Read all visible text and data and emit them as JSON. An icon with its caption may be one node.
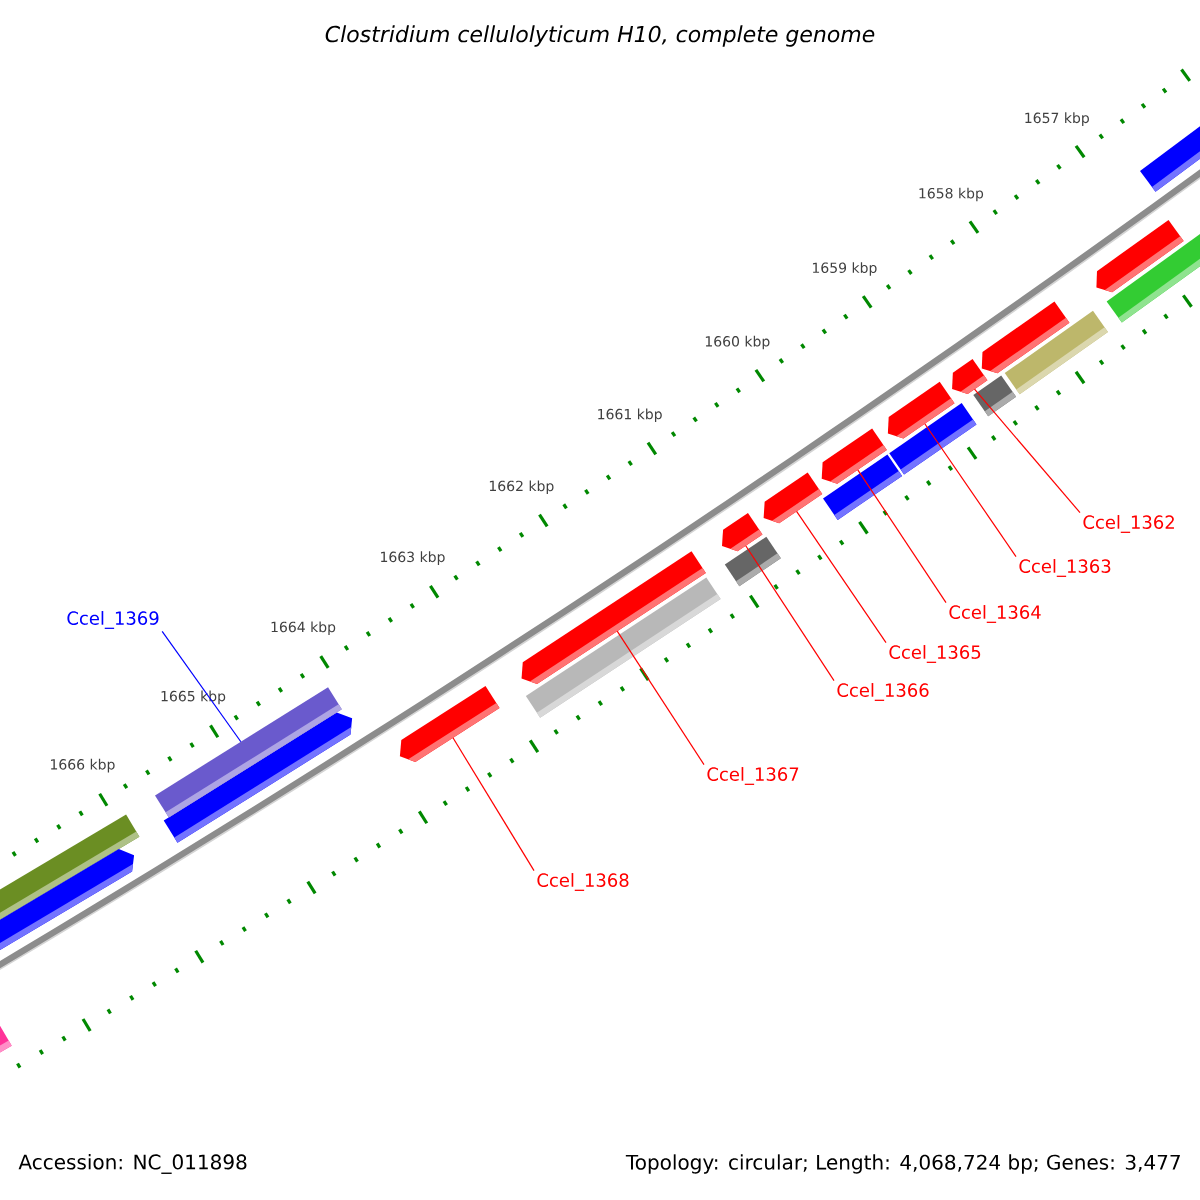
{
  "diagram": {
    "title": "Clostridium cellulolyticum H10, complete genome",
    "nodes": [
      {
        "text": [
          "Ccel_1362"
        ]
      },
      {
        "text": [
          "Ccel_1363"
        ]
      },
      {
        "text": [
          "Ccel_1364"
        ]
      },
      {
        "text": [
          "Ccel_1365"
        ]
      },
      {
        "text": [
          "Ccel_1366"
        ]
      },
      {
        "text": [
          "Ccel_1367"
        ]
      },
      {
        "text": [
          "Ccel_1368"
        ]
      },
      {
        "text": [
          "Ccel_1369"
        ]
      },
      {
        "text": [],
        "shape": "pentagon"
      },
      {
        "text": [],
        "shape": "pentagon"
      },
      {
        "text": [],
        "shape": "pentagon"
      },
      {
        "text": [],
        "shape": "pentagon"
      },
      {
        "text": [],
        "shape": "pentagon"
      },
      {
        "text": [],
        "shape": "pentagon"
      },
      {
        "text": [],
        "shape": "pentagon"
      },
      {
        "text": [],
        "shape": "bar"
      },
      {
        "text": [],
        "shape": "pentagon"
      },
      {
        "text": [],
        "shape": "pentagon"
      }
    ],
    "edges": [
      {
        "from": 0,
        "to": 8,
        "arrow": "none"
      },
      {
        "from": 1,
        "to": 9,
        "arrow": "none"
      },
      {
        "from": 2,
        "to": 10,
        "arrow": "none"
      },
      {
        "from": 3,
        "to": 11,
        "arrow": "none"
      },
      {
        "from": 4,
        "to": 12,
        "arrow": "none"
      },
      {
        "from": 5,
        "to": 13,
        "arrow": "none"
      },
      {
        "from": 6,
        "to": 14,
        "arrow": "none"
      },
      {
        "from": 7,
        "to": 15,
        "arrow": "none",
        "color": "#0000ff"
      }
    ],
    "labels": [
      "1657 kbp",
      "1658 kbp",
      "1659 kbp",
      "1660 kbp",
      "1661 kbp",
      "1662 kbp",
      "1663 kbp",
      "1664 kbp",
      "1665 kbp",
      "1666 kbp",
      "Accession: NC_011898",
      "Topology: circular; Length: 4,068,724 bp; Genes: 3,477"
    ]
  }
}
